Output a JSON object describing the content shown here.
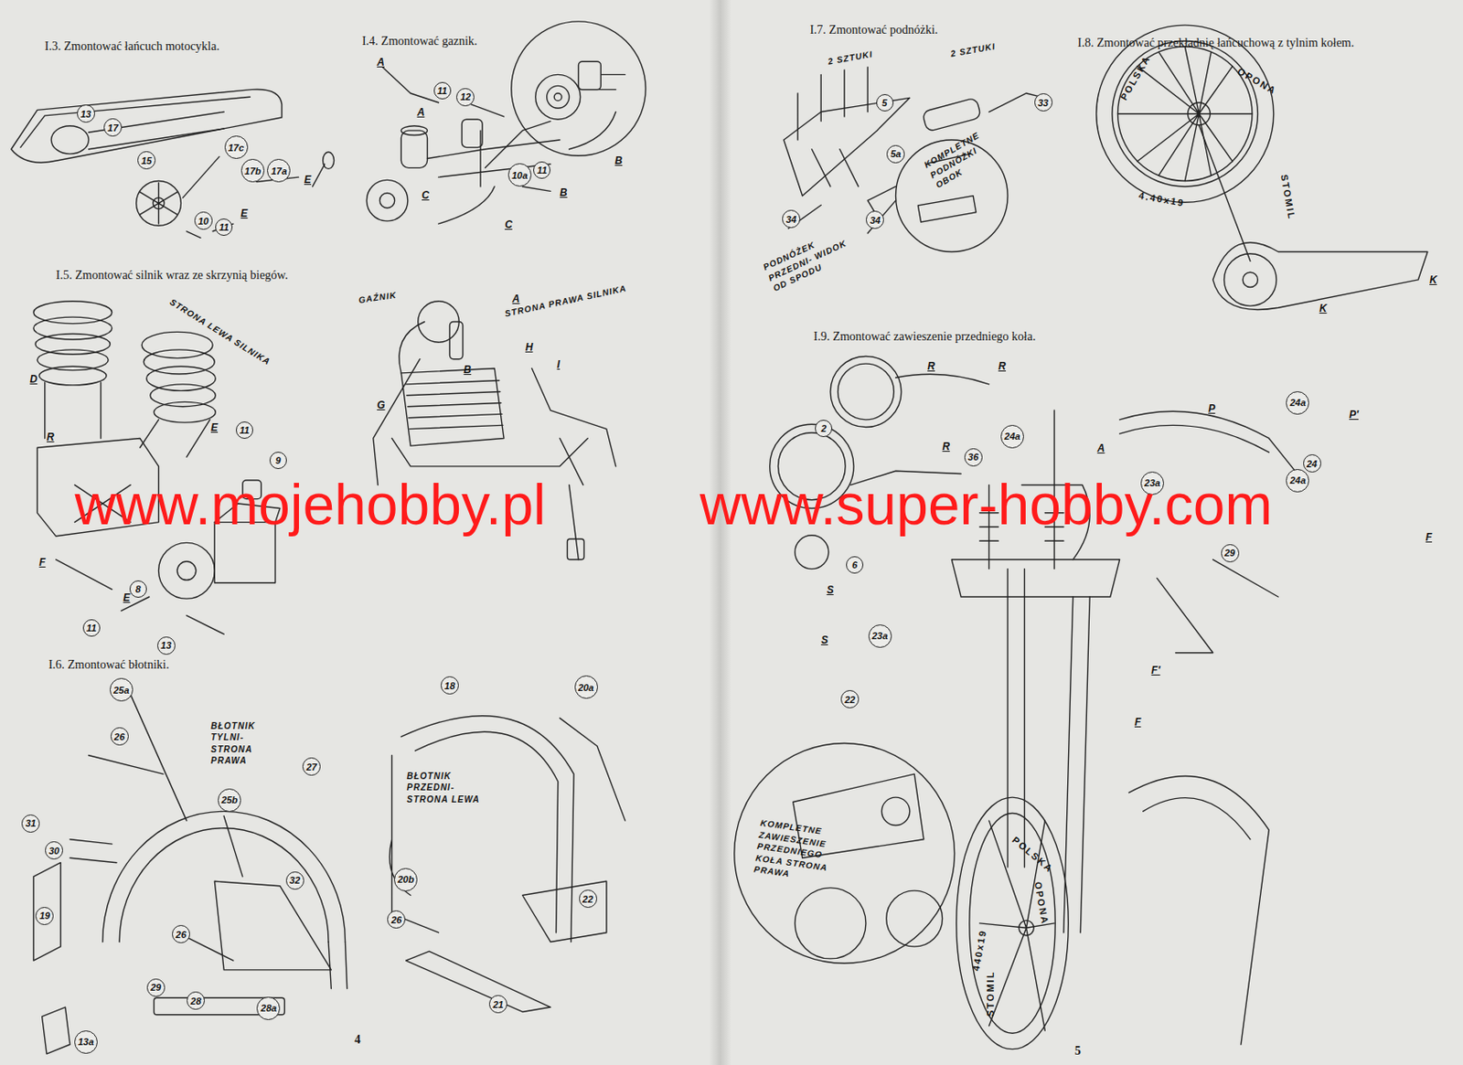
{
  "diagram": {
    "nodes": [
      {
        "text": [
          "13"
        ]
      },
      {
        "text": [
          "17"
        ]
      },
      {
        "text": [
          "15"
        ]
      },
      {
        "text": [
          "17c"
        ]
      },
      {
        "text": [
          "17b"
        ]
      },
      {
        "text": [
          "17a"
        ]
      },
      {
        "text": [
          "10"
        ]
      },
      {
        "text": [
          "11"
        ]
      },
      {
        "text": [
          "11"
        ]
      },
      {
        "text": [
          "12"
        ]
      },
      {
        "text": [
          "10a"
        ]
      },
      {
        "text": [
          "11"
        ]
      },
      {
        "text": [
          "11"
        ]
      },
      {
        "text": [
          "9"
        ]
      },
      {
        "text": [
          "8"
        ]
      },
      {
        "text": [
          "11"
        ]
      },
      {
        "text": [
          "13"
        ]
      },
      {
        "text": [
          "25a"
        ]
      },
      {
        "text": [
          "26"
        ]
      },
      {
        "text": [
          "27"
        ]
      },
      {
        "text": [
          "31"
        ]
      },
      {
        "text": [
          "30"
        ]
      },
      {
        "text": [
          "25b"
        ]
      },
      {
        "text": [
          "32"
        ]
      },
      {
        "text": [
          "19"
        ]
      },
      {
        "text": [
          "26"
        ]
      },
      {
        "text": [
          "29"
        ]
      },
      {
        "text": [
          "28"
        ]
      },
      {
        "text": [
          "28a"
        ]
      },
      {
        "text": [
          "13a"
        ]
      },
      {
        "text": [
          "18"
        ]
      },
      {
        "text": [
          "20a"
        ]
      },
      {
        "text": [
          "20b"
        ]
      },
      {
        "text": [
          "26"
        ]
      },
      {
        "text": [
          "22"
        ]
      },
      {
        "text": [
          "21"
        ]
      },
      {
        "text": [
          "5"
        ]
      },
      {
        "text": [
          "5a"
        ]
      },
      {
        "text": [
          "33"
        ]
      },
      {
        "text": [
          "34"
        ]
      },
      {
        "text": [
          "34"
        ]
      },
      {
        "text": [
          "36"
        ]
      },
      {
        "text": [
          "24a"
        ]
      },
      {
        "text": [
          "24a"
        ]
      },
      {
        "text": [
          "24"
        ]
      },
      {
        "text": [
          "24a"
        ]
      },
      {
        "text": [
          "23a"
        ]
      },
      {
        "text": [
          "29"
        ]
      },
      {
        "text": [
          "6"
        ]
      },
      {
        "text": [
          "23a"
        ]
      },
      {
        "text": [
          "22"
        ]
      },
      {
        "text": [
          "2"
        ]
      }
    ],
    "labels": [
      "I.3. Zmontować łańcuch motocykla.",
      "I.4. Zmontować gaznik.",
      "I.5. Zmontować silnik wraz ze skrzynią biegów.",
      "I.6. Zmontować błotniki.",
      "I.7. Zmontować podnóżki.",
      "I.8. Zmontować przekładnię łańcuchową z tylnim kołem.",
      "I.9. Zmontować zawieszenie przedniego koła.",
      "www.mojehobby.pl",
      "www.super-hobby.com",
      "4",
      "5",
      "E",
      "E",
      "A",
      "A",
      "B",
      "B",
      "C",
      "C",
      "D",
      "R",
      "E",
      "E",
      "F",
      "A",
      "B",
      "H",
      "I",
      "G",
      "K",
      "K",
      "R",
      "R",
      "R",
      "S",
      "S",
      "P'",
      "P",
      "F",
      "F'",
      "F",
      "A",
      "STRONA LEWA SILNIKA",
      "GAŹNIK",
      "STRONA PRAWA SILNIKA",
      "BŁOTNIK TYLNI- STRONA PRAWA",
      "BŁOTNIK PRZEDNI- STRONA LEWA",
      "2 SZTUKI",
      "2 SZTUKI",
      "KOMPLETNE PODNÓŻKI OBOK",
      "PODNÓŻEK PRZEDNI- WIDOK OD SPODU",
      "POLSKA",
      "OPONA",
      "STOMIL",
      "4.40x19",
      "KOMPLETNE ZAWIESZENIE PRZEDNIEGO KOŁA STRONA PRAWA",
      "POLSKA",
      "OPONA",
      "STOMIL",
      "440x19"
    ]
  }
}
